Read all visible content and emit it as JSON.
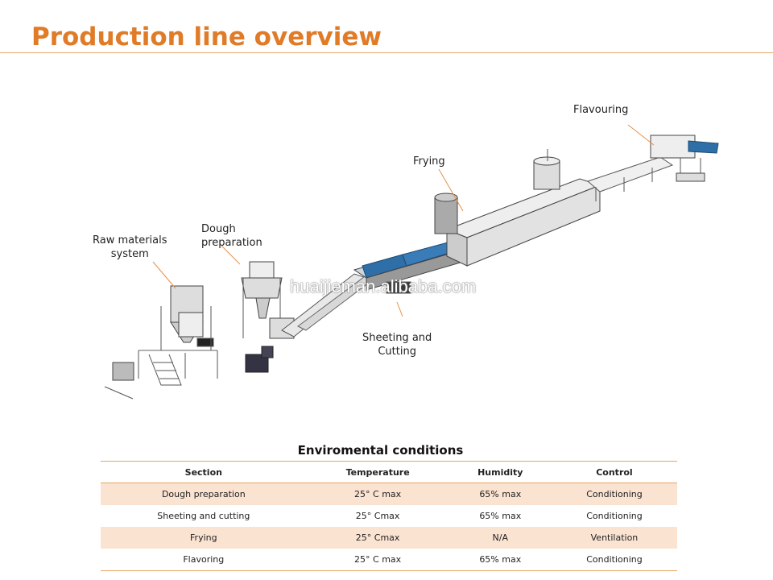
{
  "page": {
    "title": "Production line overview"
  },
  "diagram": {
    "labels": {
      "flavouring": "Flavouring",
      "frying": "Frying",
      "dough": "Dough\npreparation",
      "raw": "Raw materials\nsystem",
      "sheeting": "Sheeting and\nCutting"
    },
    "watermark": "huaijieman.alibaba.com"
  },
  "table": {
    "title": "Enviromental conditions",
    "headers": [
      "Section",
      "Temperature",
      "Humidity",
      "Control"
    ],
    "rows": [
      [
        "Dough preparation",
        "25° C max",
        "65% max",
        "Conditioning"
      ],
      [
        "Sheeting and cutting",
        "25° Cmax",
        "65% max",
        "Conditioning"
      ],
      [
        "Frying",
        "25° Cmax",
        "N/A",
        "Ventilation"
      ],
      [
        "Flavoring",
        "25° C max",
        "65% max",
        "Conditioning"
      ]
    ]
  },
  "colors": {
    "accent": "#e07b28",
    "row_shade": "#fbe3d2",
    "conveyor_blue": "#2f6fa8"
  }
}
